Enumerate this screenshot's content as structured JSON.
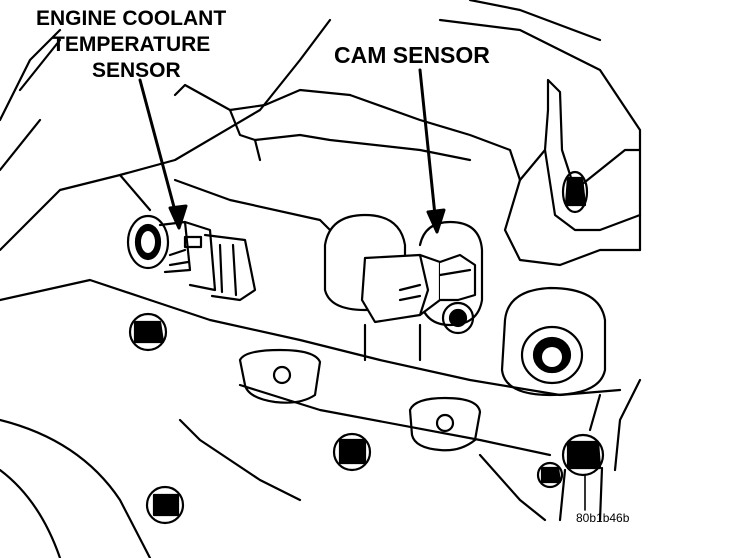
{
  "labels": {
    "engine_coolant_line1": "ENGINE COOLANT",
    "engine_coolant_line2": "TEMPERATURE",
    "engine_coolant_line3": "SENSOR",
    "cam_sensor": "CAM SENSOR",
    "figure_code": "80b1b46b"
  },
  "colors": {
    "ink": "#000000",
    "paper": "#ffffff"
  }
}
